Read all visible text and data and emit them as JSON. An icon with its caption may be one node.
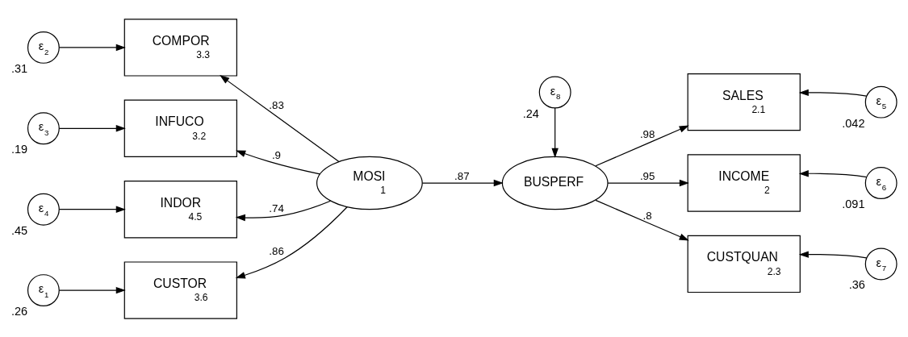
{
  "diagram": {
    "nodes": [
      {
        "text": [
          "CUSTOR",
          "3.6"
        ]
      },
      {
        "text": [
          "COMPOR",
          "3.3"
        ]
      },
      {
        "text": [
          "INFUCO",
          "3.2"
        ]
      },
      {
        "text": [
          "INDOR",
          "4.5"
        ]
      },
      {
        "text": [
          "ε$_{1}$"
        ],
        "beside": [
          ".26"
        ]
      },
      {
        "text": [
          "ε$_{2}$"
        ],
        "beside": [
          ".31"
        ]
      },
      {
        "text": [
          "ε$_{3}$"
        ],
        "beside": [
          ".19"
        ]
      },
      {
        "text": [
          "ε$_{4}$"
        ],
        "beside": [
          ".45"
        ]
      },
      {
        "text": [
          "MOSI",
          "1"
        ]
      },
      {
        "text": [
          "BUSPERF"
        ]
      },
      {
        "text": [
          "ε$_{8}$"
        ],
        "beside": [
          ".24"
        ]
      },
      {
        "text": [
          "SALES",
          "2.1"
        ]
      },
      {
        "text": [
          "INCOME",
          "2"
        ]
      },
      {
        "text": [
          "CUSTQUAN",
          "2.3"
        ]
      },
      {
        "text": [
          "ε$_{5}$"
        ],
        "beside": [
          ".042"
        ]
      },
      {
        "text": [
          "ε$_{6}$"
        ],
        "beside": [
          ".091"
        ]
      },
      {
        "text": [
          "ε$_{7}$"
        ],
        "beside": [
          ".36"
        ]
      }
    ],
    "edges": [
      {
        "from": 8,
        "to": 0,
        "arrow": "to",
        "label": ".86"
      },
      {
        "from": 8,
        "to": 1,
        "arrow": "to",
        "label": ".83"
      },
      {
        "from": 8,
        "to": 2,
        "arrow": "to",
        "label": ".9"
      },
      {
        "from": 8,
        "to": 3,
        "arrow": "to",
        "label": ".74"
      },
      {
        "from": 4,
        "to": 0,
        "arrow": "to"
      },
      {
        "from": 5,
        "to": 1,
        "arrow": "to"
      },
      {
        "from": 6,
        "to": 2,
        "arrow": "to"
      },
      {
        "from": 7,
        "to": 3,
        "arrow": "to"
      },
      {
        "from": 8,
        "to": 9,
        "arrow": "to",
        "label": ".87"
      },
      {
        "from": 10,
        "to": 9,
        "arrow": "to"
      },
      {
        "from": 9,
        "to": 11,
        "arrow": "to",
        "label": ".98"
      },
      {
        "from": 9,
        "to": 12,
        "arrow": "to",
        "label": ".95"
      },
      {
        "from": 9,
        "to": 13,
        "arrow": "to",
        "label": ".8"
      },
      {
        "from": 14,
        "to": 11,
        "arrow": "to"
      },
      {
        "from": 15,
        "to": 12,
        "arrow": "to"
      },
      {
        "from": 16,
        "to": 13,
        "arrow": "to"
      }
    ]
  }
}
